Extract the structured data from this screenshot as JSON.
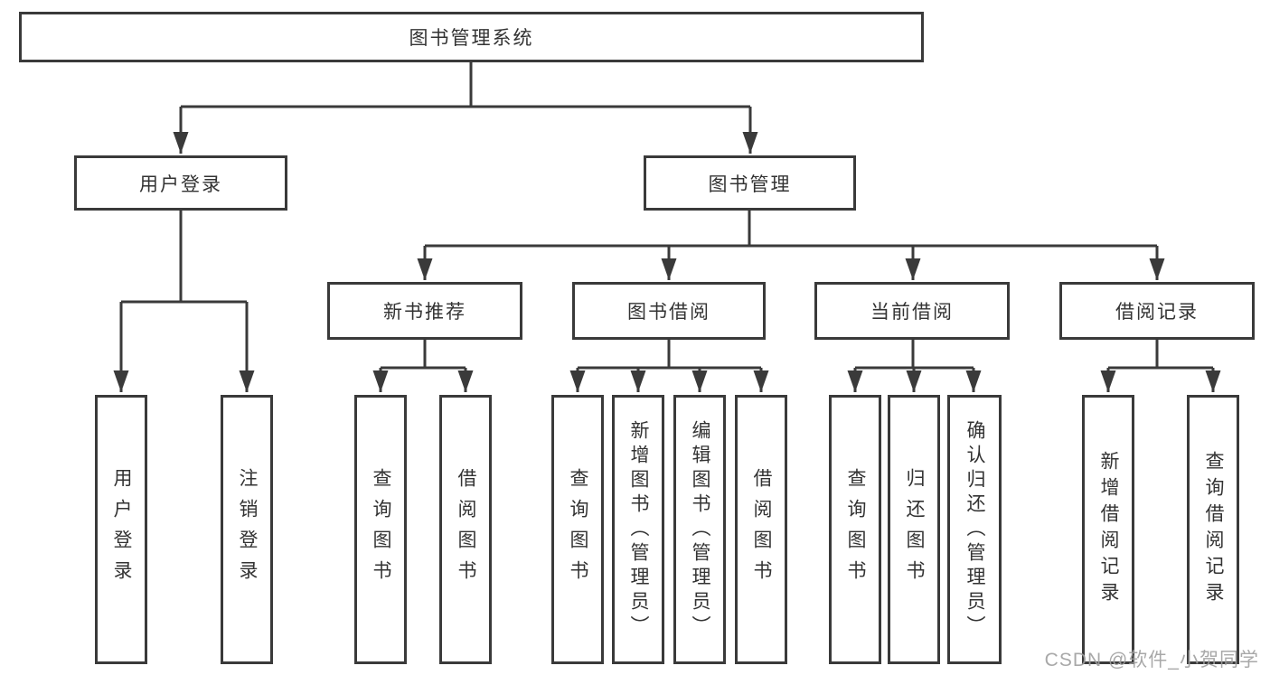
{
  "tree": {
    "label": "图书管理系统",
    "children": [
      {
        "label": "用户登录",
        "children": [
          {
            "label": "用户登录"
          },
          {
            "label": "注销登录"
          }
        ]
      },
      {
        "label": "图书管理",
        "children": [
          {
            "label": "新书推荐",
            "children": [
              {
                "label": "查询图书"
              },
              {
                "label": "借阅图书"
              }
            ]
          },
          {
            "label": "图书借阅",
            "children": [
              {
                "label": "查询图书"
              },
              {
                "label": "新增图书（管理员）"
              },
              {
                "label": "编辑图书（管理员）"
              },
              {
                "label": "借阅图书"
              }
            ]
          },
          {
            "label": "当前借阅",
            "children": [
              {
                "label": "查询图书"
              },
              {
                "label": "归还图书"
              },
              {
                "label": "确认归还（管理员）"
              }
            ]
          },
          {
            "label": "借阅记录",
            "children": [
              {
                "label": "新增借阅记录"
              },
              {
                "label": "查询借阅记录"
              }
            ]
          }
        ]
      }
    ]
  },
  "watermark": {
    "text": "CSDN @软件_小贺同学"
  },
  "colors": {
    "line": "#3a3a3a",
    "text": "#333333",
    "box_background": "#ffffff",
    "watermark": "#9e9e9e"
  }
}
